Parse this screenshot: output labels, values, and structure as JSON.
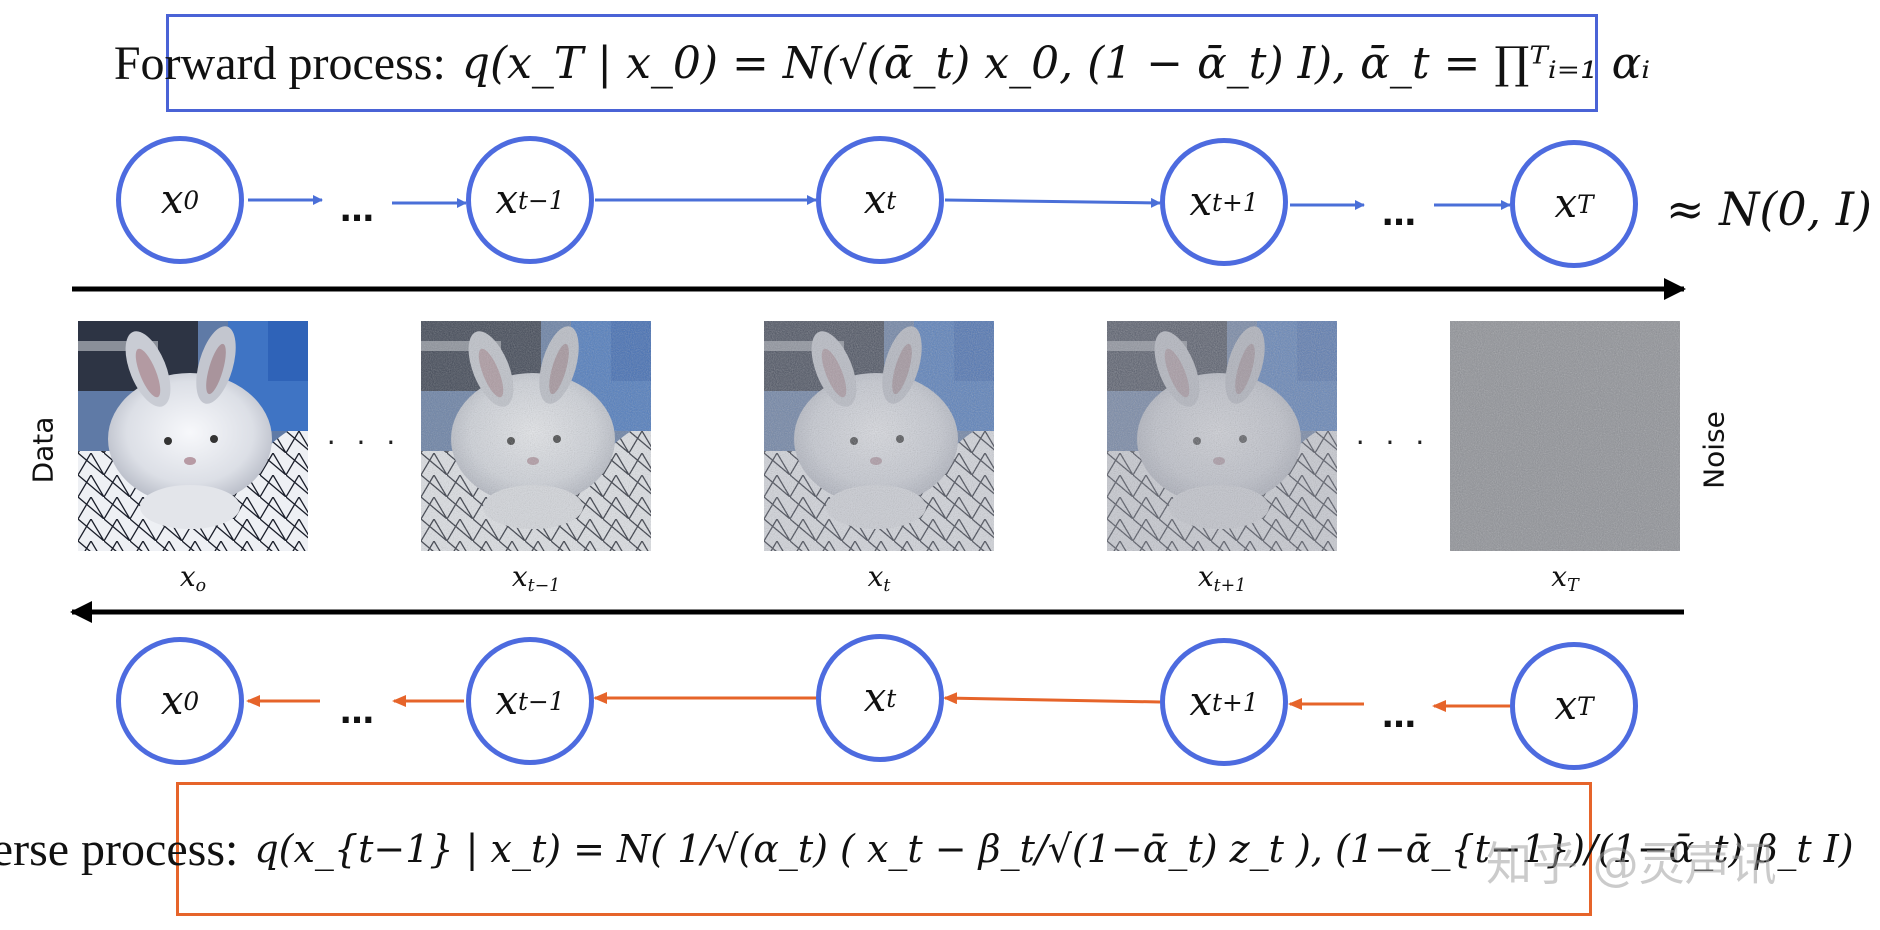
{
  "forward": {
    "label": "Forward process:",
    "equation": "q(x_T | x_0) = N(√(ᾱ_t) x_0, (1 − ᾱ_t) I),  ᾱ_t = ∏ᵀᵢ₌₁ αᵢ"
  },
  "forward_nodes": [
    {
      "var": "x",
      "sub": "0"
    },
    {
      "var": "x",
      "sub": "t−1"
    },
    {
      "var": "x",
      "sub": "t"
    },
    {
      "var": "x",
      "sub": "t+1"
    },
    {
      "var": "x",
      "sub": "T"
    }
  ],
  "dots": "…",
  "approx": "≈ N(0, I)",
  "images": [
    {
      "var": "x",
      "sub": "o"
    },
    {
      "var": "x",
      "sub": "t−1"
    },
    {
      "var": "x",
      "sub": "t"
    },
    {
      "var": "x",
      "sub": "t+1"
    },
    {
      "var": "x",
      "sub": "T"
    }
  ],
  "image_dots": "· · ·",
  "side_left": "Data",
  "side_right": "Noise",
  "reverse_nodes": [
    {
      "var": "x",
      "sub": "0"
    },
    {
      "var": "x",
      "sub": "t−1"
    },
    {
      "var": "x",
      "sub": "t"
    },
    {
      "var": "x",
      "sub": "t+1"
    },
    {
      "var": "x",
      "sub": "T"
    }
  ],
  "reverse": {
    "label": "Reverse process:",
    "equation": "q(x_{t−1} | x_t) = N( 1/√(α_t) ( x_t − β_t/√(1−ᾱ_t) z_t ), (1−ᾱ_{t−1})/(1−ᾱ_t) β_t I)"
  },
  "watermark": "知乎 @灵声讯",
  "colors": {
    "node_border": "#4d6bdf",
    "forward_arrow": "#4a6fd8",
    "reverse_arrow": "#e6642a",
    "forward_box": "#4a63d6",
    "reverse_box": "#e6642a",
    "timeline": "#000000"
  },
  "noise_levels": [
    0.0,
    0.45,
    0.6,
    0.72,
    1.0
  ]
}
